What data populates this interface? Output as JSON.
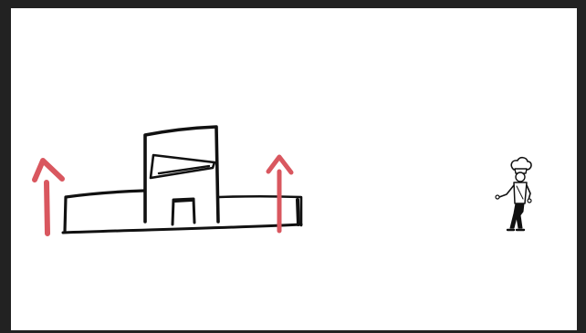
{
  "scene": {
    "frame_color": "#222222",
    "background_color": "#ffffff",
    "ink_color": "#111111",
    "arrow_color": "#d9575f",
    "elements": {
      "building": "sketched-building-with-tower",
      "arrows": [
        "up-arrow-left",
        "up-arrow-middle"
      ],
      "figure": "chef-character"
    }
  }
}
